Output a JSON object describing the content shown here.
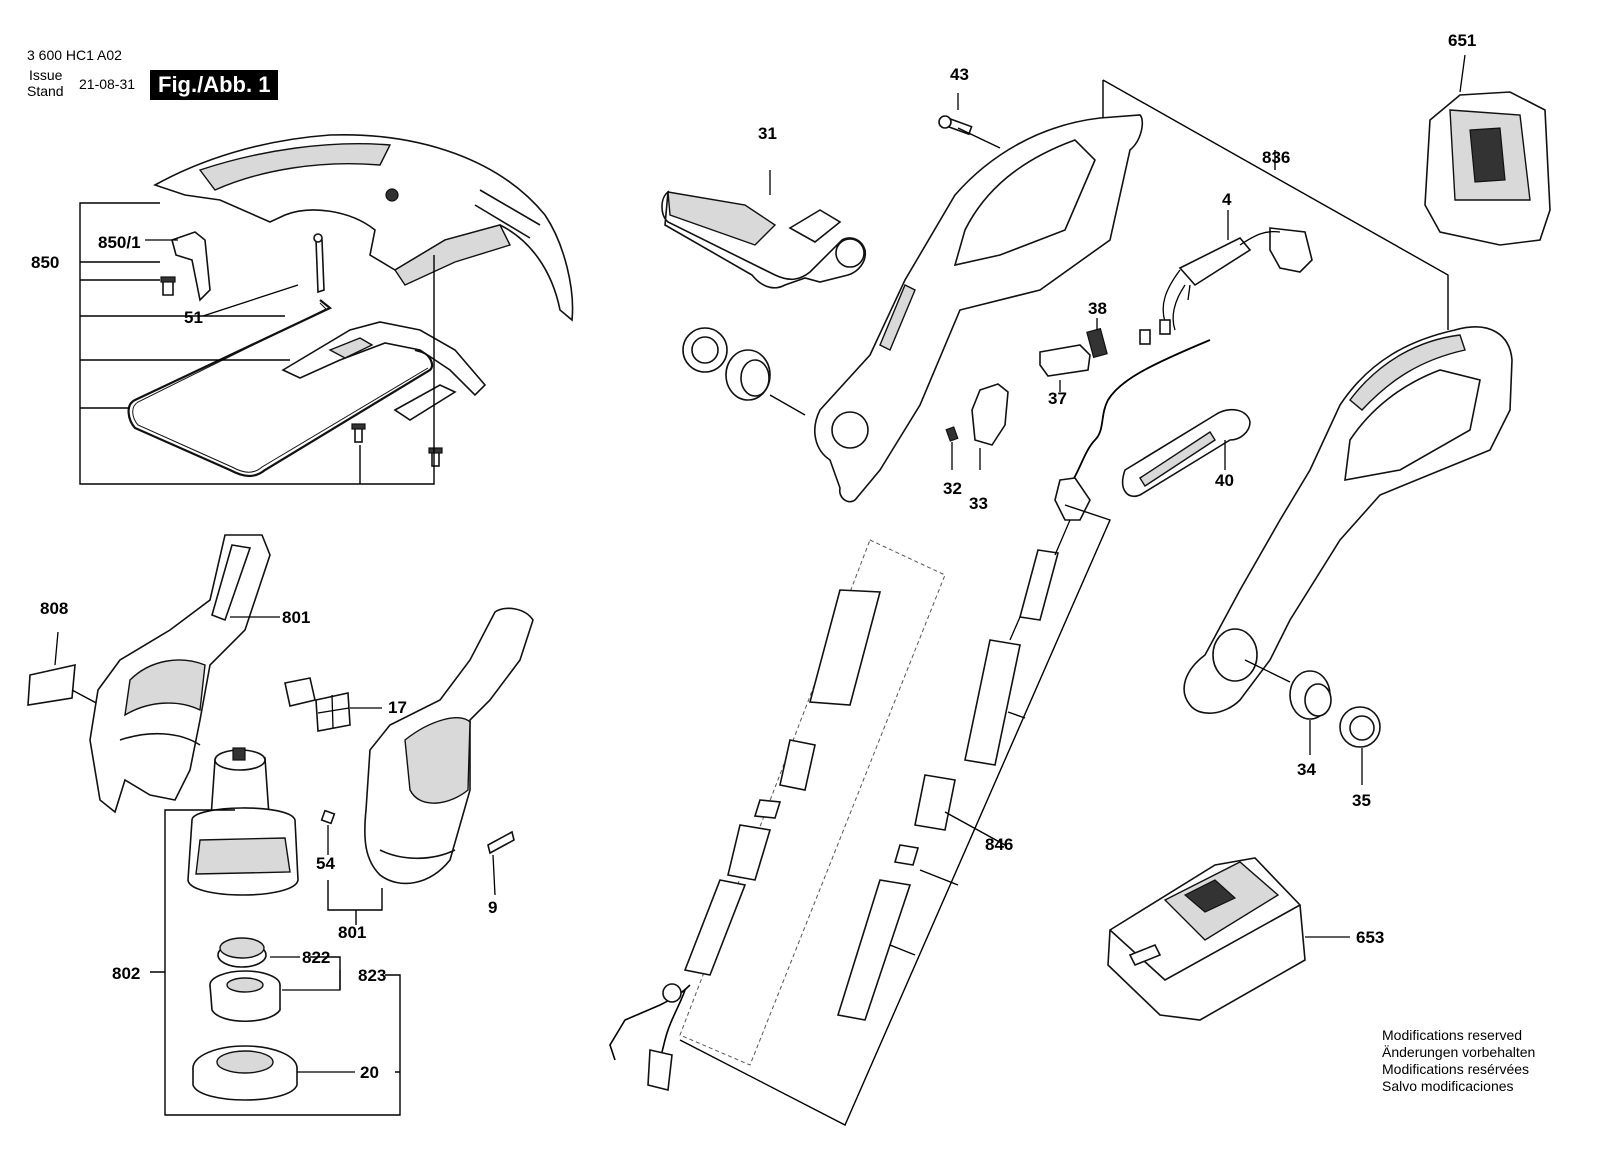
{
  "header": {
    "doc_number": "3 600 HC1 A02",
    "issue_label": "Issue",
    "stand_label": "Stand",
    "date": "21-08-31",
    "figure_label": "Fig./Abb. 1"
  },
  "callouts": {
    "c651": "651",
    "c43": "43",
    "c31": "31",
    "c836": "836",
    "c4": "4",
    "c850": "850",
    "c850_1": "850/1",
    "c51": "51",
    "c38": "38",
    "c37": "37",
    "c32": "32",
    "c33": "33",
    "c40": "40",
    "c808": "808",
    "c801a": "801",
    "c17": "17",
    "c34": "34",
    "c35": "35",
    "c54": "54",
    "c9": "9",
    "c801b": "801",
    "c846": "846",
    "c653": "653",
    "c802": "802",
    "c822": "822",
    "c823": "823",
    "c20": "20"
  },
  "notes": [
    "Modifications reserved",
    "Änderungen vorbehalten",
    "Modifications resérvées",
    "Salvo modificaciones"
  ]
}
